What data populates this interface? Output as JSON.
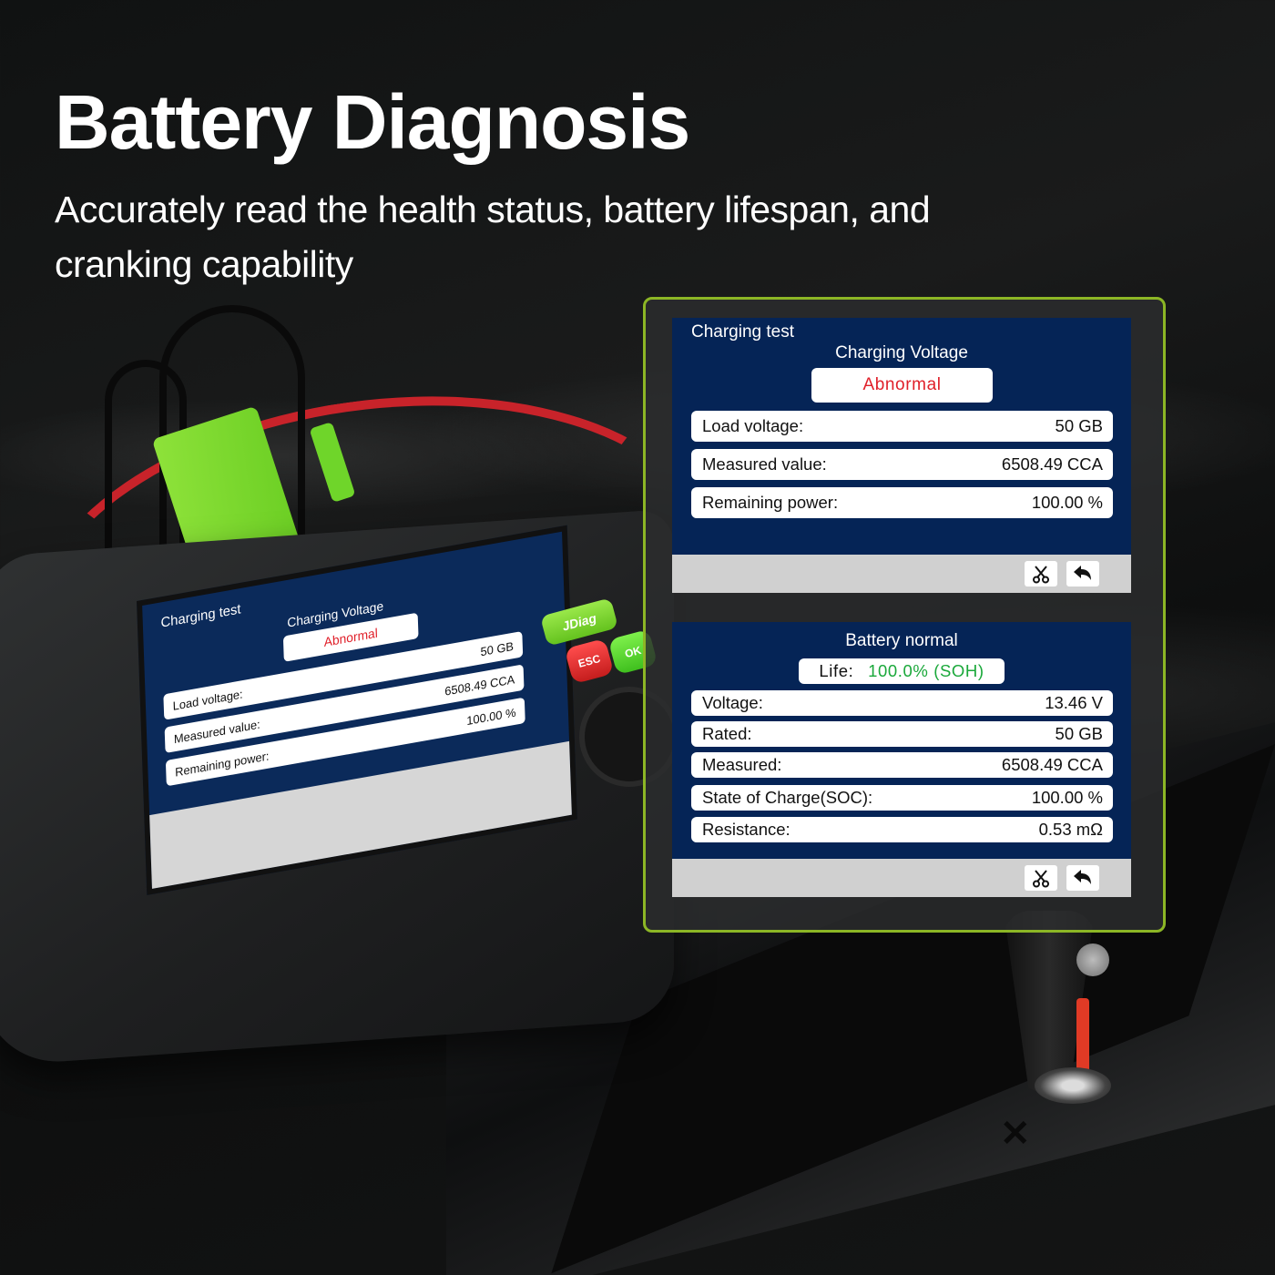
{
  "hero": {
    "title": "Battery Diagnosis",
    "subtitle": "Accurately read the health status, battery lifespan, and cranking capability"
  },
  "device": {
    "brand_key": "JDiag",
    "esc_key": "ESC",
    "ok_key": "OK",
    "screen": {
      "title": "Charging test",
      "subtitle": "Charging Voltage",
      "status": "Abnormal",
      "rows": [
        {
          "label": "Load voltage:",
          "value": "50 GB"
        },
        {
          "label": "Measured value:",
          "value": "6508.49 CCA"
        },
        {
          "label": "Remaining power:",
          "value": "100.00 %"
        }
      ]
    }
  },
  "callout": {
    "border_color": "#8cb625",
    "screens": [
      {
        "title": "Charging test",
        "subtitle": "Charging Voltage",
        "status": "Abnormal",
        "status_color": "#e0202a",
        "rows": [
          {
            "label": "Load voltage:",
            "value": "50 GB"
          },
          {
            "label": "Measured value:",
            "value": "6508.49 CCA"
          },
          {
            "label": "Remaining power:",
            "value": "100.00 %"
          }
        ],
        "buttons": [
          {
            "icon": "scissors-icon"
          },
          {
            "icon": "back-arrow-icon"
          }
        ]
      },
      {
        "title": "Battery normal",
        "life_label": "Life:",
        "life_value": "100.0% (SOH)",
        "life_color": "#1aa83a",
        "rows": [
          {
            "label": "Voltage:",
            "value": "13.46 V"
          },
          {
            "label": "Rated:",
            "value": "50 GB"
          },
          {
            "label": "Measured:",
            "value": "6508.49 CCA"
          },
          {
            "label": "State of Charge(SOC):",
            "value": "100.00 %"
          },
          {
            "label": "Resistance:",
            "value": "0.53 mΩ"
          }
        ],
        "buttons": [
          {
            "icon": "scissors-icon"
          },
          {
            "icon": "back-arrow-icon"
          }
        ]
      }
    ]
  },
  "colors": {
    "screen_bg": "#052456",
    "bar_bg": "#d0d0d0",
    "accent_green": "#8cb625",
    "abnormal_red": "#e0202a",
    "normal_green": "#1aa83a"
  }
}
